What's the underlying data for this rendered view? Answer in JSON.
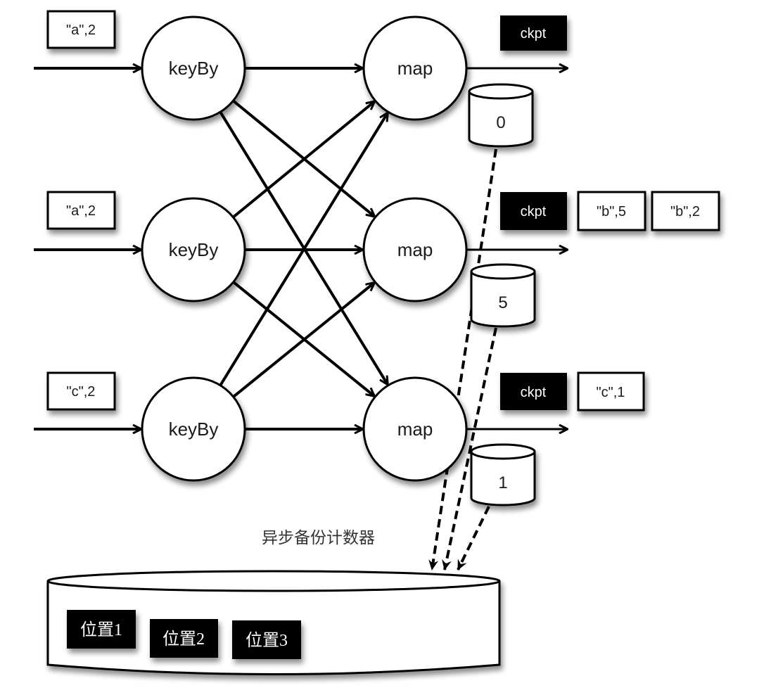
{
  "colors": {
    "stroke": "#000000",
    "fill": "#ffffff",
    "dark_box": "#000000",
    "text": "#1a1a1a"
  },
  "rows": [
    {
      "input_record": "\"a\",2",
      "source_label": "keyBy",
      "sink_label": "map",
      "checkpoint": "ckpt",
      "pending_records": [],
      "state_value": "0"
    },
    {
      "input_record": "\"a\",2",
      "source_label": "keyBy",
      "sink_label": "map",
      "checkpoint": "ckpt",
      "pending_records": [
        "\"b\",5",
        "\"b\",2"
      ],
      "state_value": "5"
    },
    {
      "input_record": "\"c\",2",
      "source_label": "keyBy",
      "sink_label": "map",
      "checkpoint": "ckpt",
      "pending_records": [
        "\"c\",1"
      ],
      "state_value": "1"
    }
  ],
  "backup_caption": "异步备份计数器",
  "storage": {
    "positions": [
      "位置1",
      "位置2",
      "位置3"
    ]
  }
}
